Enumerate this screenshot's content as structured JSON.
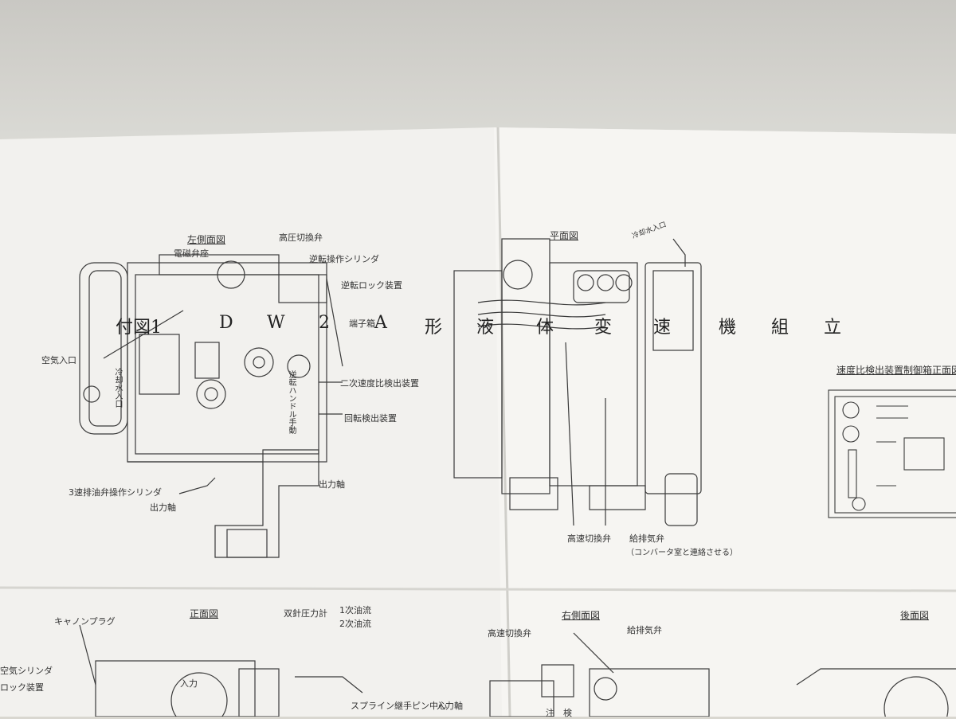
{
  "title": {
    "chars": [
      "付図1",
      "D",
      "W",
      "2",
      "A",
      "形",
      "液",
      "体",
      "変",
      "速",
      "機",
      "組",
      "立"
    ]
  },
  "views": {
    "left_side": "左側面図",
    "plan": "平面図",
    "front": "正面図",
    "right_side": "右側面図",
    "rear": "後面図",
    "control_box": "速度比検出装置制御箱正面図"
  },
  "left_labels": {
    "high_pressure_valve": "高圧切換弁",
    "solenoid_seat": "電磁弁座",
    "reverse_cylinder": "逆転操作シリンダ",
    "reverse_lock": "逆転ロック装置",
    "terminal_box": "端子箱",
    "air_inlet": "空気入口",
    "coolant_inlet": "冷却水入口",
    "reverse_handle": "逆転ハンドル手動",
    "secondary_speed": "二次速度比検出装置",
    "rotation_detector": "回転検出装置",
    "oil_cylinder": "3速排油弁操作シリンダ",
    "output_shaft_a": "出力軸",
    "output_shaft_b": "出力軸"
  },
  "plan_labels": {
    "coolant_inlet": "冷却水入口",
    "high_speed_valve": "高速切換弁",
    "vent_valve": "給排気弁",
    "vent_note": "（コンバータ室と連絡させる）"
  },
  "bottom_labels": {
    "cap_plug": "キャノンプラグ",
    "air_cylinder": "空気シリンダ",
    "lock_device": "ロック装置",
    "dual_gauge": "双針圧力計",
    "primary_flow": "1次油流",
    "secondary_flow": "2次油流",
    "input": "入力",
    "spline": "スプライン継手ピン中心",
    "input_shaft": "入力軸",
    "high_speed_valve": "高速切換弁",
    "vent_valve": "給排気弁",
    "note": "注　検"
  }
}
